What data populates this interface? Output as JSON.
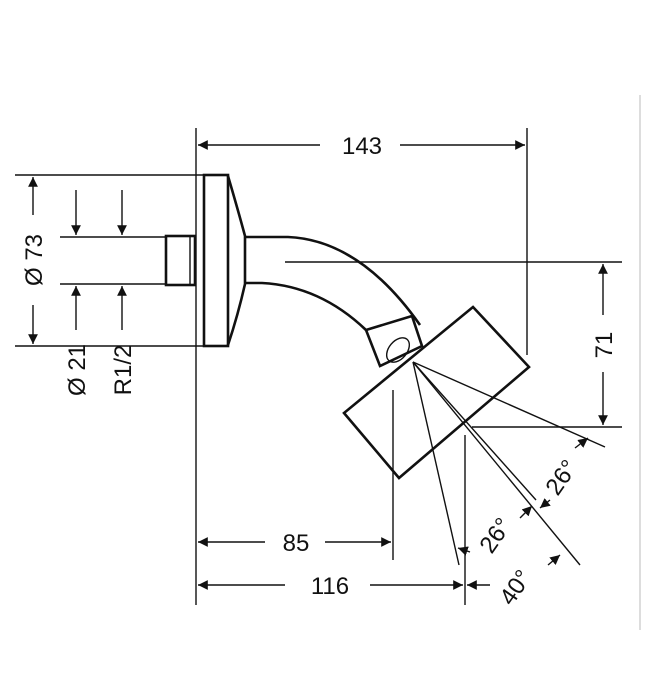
{
  "drawing": {
    "dimensions": {
      "overall_length": "143",
      "flange_diameter": "Ø 73",
      "pipe_diameter": "Ø 21",
      "thread": "R1/2",
      "drop_height": "71",
      "head_offset_near": "85",
      "head_offset_far": "116",
      "spray_angle_1": "26°",
      "spray_angle_2": "26°",
      "spray_angle_3": "40°"
    },
    "colors": {
      "line": "#111111",
      "background": "#ffffff"
    }
  }
}
